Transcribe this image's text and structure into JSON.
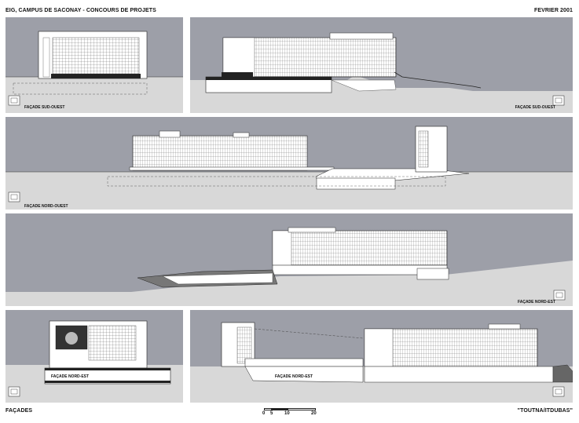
{
  "header": {
    "title": "EIG, CAMPUS DE SACONAY - CONCOURS DE PROJETS",
    "date": "FEVRIER 2001"
  },
  "footer": {
    "left": "FAÇADES",
    "right": "\"TOUTNA/ITDUBAS\""
  },
  "labels": {
    "p1_left": "FAÇADE SUD-OUEST",
    "p1_right": "FAÇADE SUD-OUEST",
    "p2": "FAÇADE NORD-OUEST",
    "p3": "FAÇADE NORD-EST",
    "p4_left": "FAÇADE NORD-EST",
    "p4_right": "FAÇADE NORD-EST"
  },
  "scale": {
    "ticks": [
      "0",
      "5",
      "10",
      "20"
    ]
  }
}
